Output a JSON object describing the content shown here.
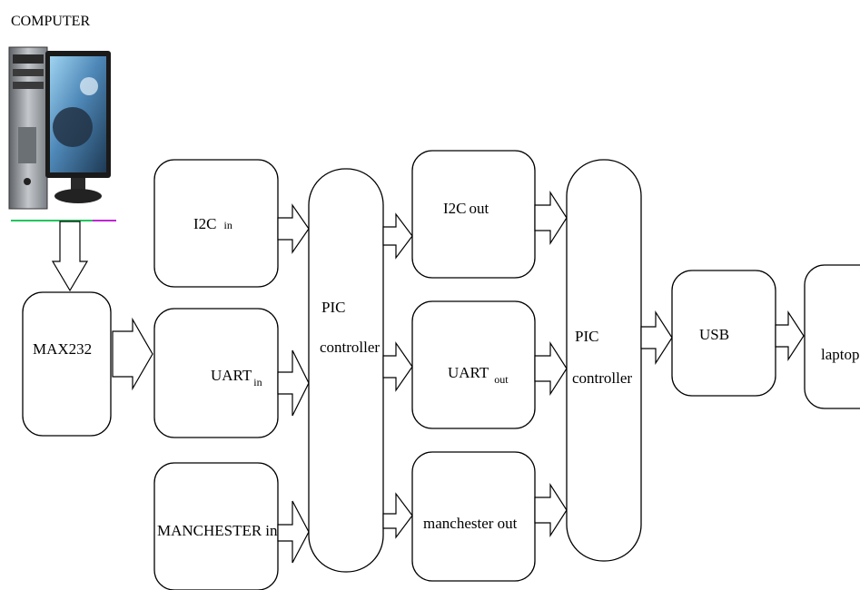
{
  "title": "COMPUTER",
  "blocks": {
    "max232": "MAX232",
    "i2c_in": {
      "main": "I2C",
      "sub": "in"
    },
    "uart_in": {
      "main": "UART",
      "sub": "in"
    },
    "manchester_in": {
      "main": "MANCHESTER",
      "sub": "in"
    },
    "pic1": {
      "line1": "PIC",
      "line2": "controller"
    },
    "i2c_out": {
      "main": "I2C",
      "sub": "out"
    },
    "uart_out": {
      "main": "UART",
      "sub": "out"
    },
    "manchester_out": "manchester out",
    "pic2": {
      "line1": "PIC",
      "line2": "controller"
    },
    "usb": "USB",
    "laptop": "laptop"
  },
  "colors": {
    "stroke": "#000000",
    "cable_left": "#22c55e",
    "cable_right": "#c026d3",
    "monitor_frame": "#1a1a1a",
    "tower": "#9aa0a6"
  },
  "icons": [
    "computer-icon",
    "monitor-icon"
  ]
}
